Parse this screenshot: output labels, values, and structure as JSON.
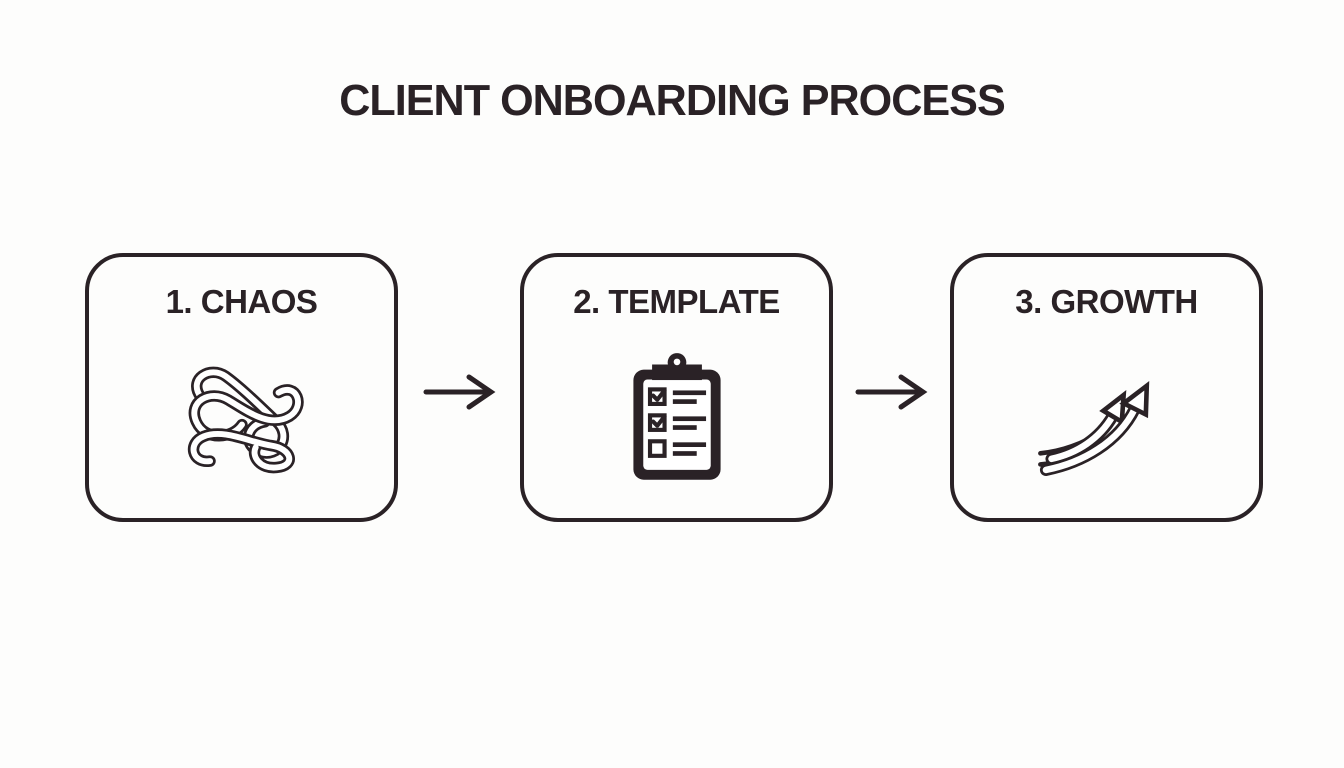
{
  "theme": {
    "ink": "#2a2226",
    "bg": "#fdfdfc",
    "paper": "#ffffff"
  },
  "title": "CLIENT ONBOARDING PROCESS",
  "steps": [
    {
      "label": "1. CHAOS",
      "icon": "tangled-knot-icon"
    },
    {
      "label": "2. TEMPLATE",
      "icon": "clipboard-checklist-icon"
    },
    {
      "label": "3. GROWTH",
      "icon": "growth-arrows-icon"
    }
  ],
  "connectors": [
    {
      "icon": "right-arrow-icon"
    },
    {
      "icon": "right-arrow-icon"
    }
  ]
}
